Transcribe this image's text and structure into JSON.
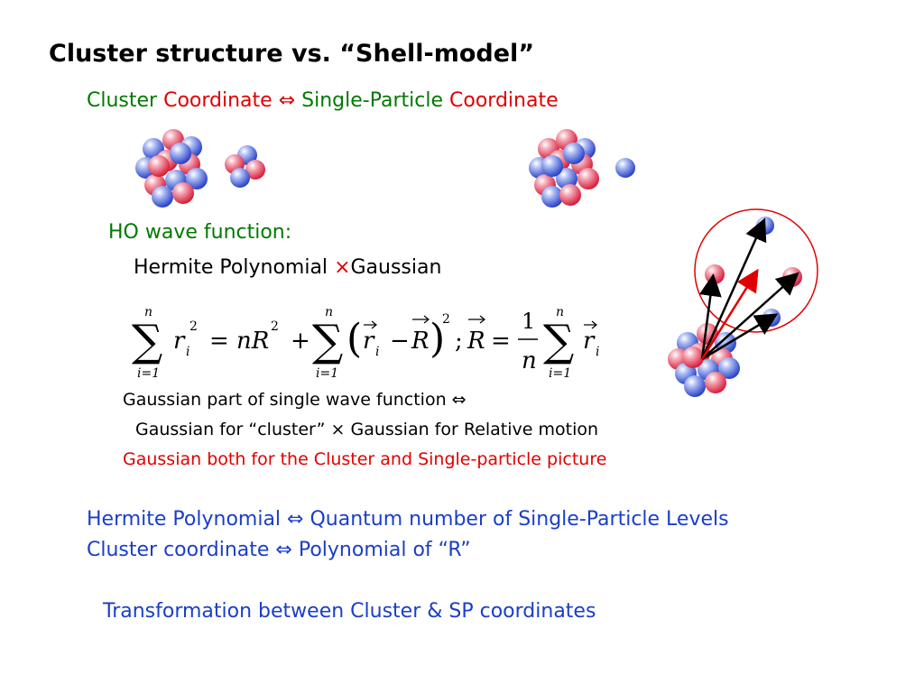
{
  "title": "Cluster structure vs. “Shell-model”",
  "line1": {
    "part1": "Cluster",
    "part2": "Coordinate",
    "arrow": "⇔",
    "part3": "Single-Particle",
    "part4": "Coordinate"
  },
  "ho": {
    "heading": "HO wave function:",
    "hermite": "Hermite Polynomial",
    "times": "×",
    "gaussian": "Gaussian"
  },
  "equation": {
    "n": "n",
    "i1": "i=1",
    "r": "r",
    "i": "i",
    "sq": "2",
    "eq_mid": "= nR",
    "plus": "+",
    "semicolon": ";",
    "R": "R",
    "one": "1"
  },
  "gaussian_lines": {
    "g1": "Gaussian part of single wave function ⇔",
    "g2": "Gaussian for “cluster”  ×  Gaussian for Relative motion",
    "g3": "Gaussian both for the Cluster and Single-particle picture"
  },
  "hermite_lines": {
    "h1": "Hermite Polynomial ⇔ Quantum number of Single-Particle Levels",
    "h2": "Cluster coordinate ⇔ Polynomial of “R”"
  },
  "transformation": "Transformation between Cluster & SP coordinates",
  "colors": {
    "proton": "#e8304a",
    "neutron": "#3a5ad8",
    "green": "#007a00",
    "red": "#e00000",
    "blue": "#1a3ec8"
  }
}
